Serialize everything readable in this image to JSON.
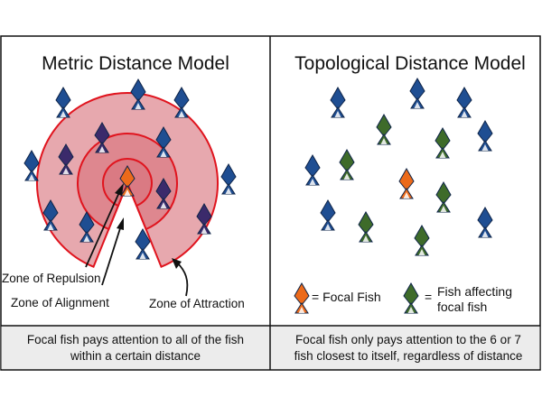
{
  "colors": {
    "border": "#111111",
    "caption_bg": "#ececec",
    "zone_fill": "#d9737c",
    "zone_stroke": "#e0141e",
    "blue_fish": "#1f4e92",
    "green_fish": "#3e6b2a",
    "focal_fish": "#ec6a1a"
  },
  "left_panel": {
    "title": "Metric Distance Model",
    "zones": {
      "repulsion": "Zone of Repulsion",
      "alignment": "Zone of Alignment",
      "attraction": "Zone of Attraction"
    },
    "caption": [
      "Focal fish pays attention to all of the fish",
      "within a certain distance"
    ]
  },
  "right_panel": {
    "title": "Topological Distance Model",
    "legend": {
      "focal": "= Focal Fish",
      "affecting_line1": "Fish affecting",
      "affecting_line2": "focal fish",
      "equals": "="
    },
    "caption": [
      "Focal fish only pays attention to the 6 or 7",
      "fish closest to itself, regardless of distance"
    ]
  },
  "icons": {
    "fish": "fish-icon"
  }
}
